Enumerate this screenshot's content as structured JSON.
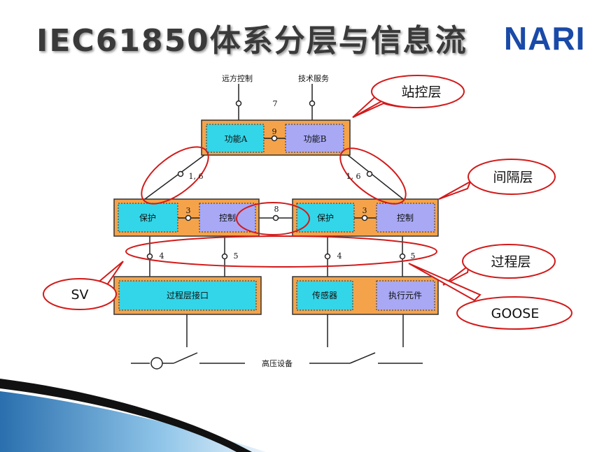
{
  "slide": {
    "title": "IEC61850体系分层与信息流",
    "logo": "NARI"
  },
  "diagram": {
    "top_labels": {
      "remote_control": "远方控制",
      "tech_service": "技术服务"
    },
    "station": {
      "func_a": "功能A",
      "func_b": "功能B",
      "link": "9"
    },
    "bay_left": {
      "protection": "保护",
      "control": "控制",
      "link": "3"
    },
    "bay_right": {
      "protection": "保护",
      "control": "控制",
      "link": "3"
    },
    "process_left": {
      "interface": "过程层接口"
    },
    "process_right": {
      "sensor": "传感器",
      "actuator": "执行元件"
    },
    "interface_numbers": {
      "top": "7",
      "diag_left": "1, 6",
      "diag_right": "1, 6",
      "between_bays": "8",
      "left_4": "4",
      "left_5": "5",
      "right_4": "4",
      "right_5": "5"
    },
    "equipment": "高压设备"
  },
  "callouts": {
    "station_layer": "站控层",
    "bay_layer": "间隔层",
    "process_layer": "过程层",
    "sv": "SV",
    "goose": "GOOSE"
  },
  "colors": {
    "outer_box": "#f5a34a",
    "func_a_box": "#33d6e8",
    "func_b_box": "#a8a8f5",
    "callout_border": "#d21a1a",
    "logo": "#1a4aa8"
  }
}
